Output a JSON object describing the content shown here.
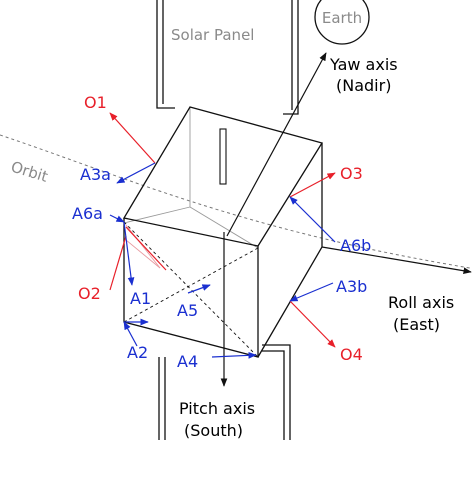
{
  "labels": {
    "solar_panel": "Solar Panel",
    "earth": "Earth",
    "orbit": "Orbit",
    "yaw_axis": "Yaw axis",
    "yaw_dir": "(Nadir)",
    "roll_axis": "Roll axis",
    "roll_dir": "(East)",
    "pitch_axis": "Pitch axis",
    "pitch_dir": "(South)"
  },
  "observers": {
    "o1": "O1",
    "o2": "O2",
    "o3": "O3",
    "o4": "O4"
  },
  "antennas": {
    "a1": "A1",
    "a2": "A2",
    "a3a": "A3a",
    "a3b": "A3b",
    "a4": "A4",
    "a5": "A5",
    "a6a": "A6a",
    "a6b": "A6b"
  },
  "colors": {
    "observer": "#e8202a",
    "antenna": "#1a2fd0",
    "line": "#111111",
    "hidden": "#9a9a9a",
    "gray_text": "#8a8a8a"
  }
}
